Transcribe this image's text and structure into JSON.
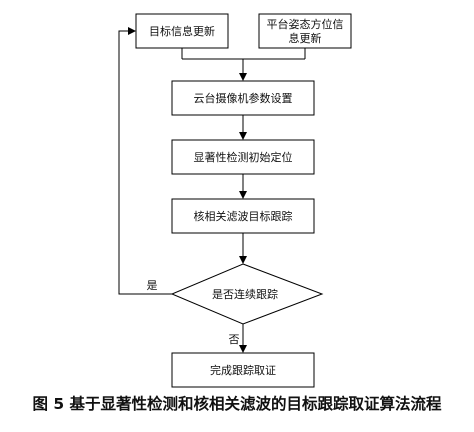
{
  "nodes": {
    "target_info_update": "目标信息更新",
    "platform_attitude_line1": "平台姿态方位信",
    "platform_attitude_line2": "息更新",
    "ptz_camera_setup": "云台摄像机参数设置",
    "saliency_init": "显著性检测初始定位",
    "kcf_tracking": "核相关滤波目标跟踪",
    "continue_decision": "是否连续跟踪",
    "finish_tracking": "完成跟踪取证"
  },
  "edges": {
    "yes_label": "是",
    "no_label": "否"
  },
  "caption": "图 5 基于显著性检测和核相关滤波的目标跟踪取证算法流程"
}
